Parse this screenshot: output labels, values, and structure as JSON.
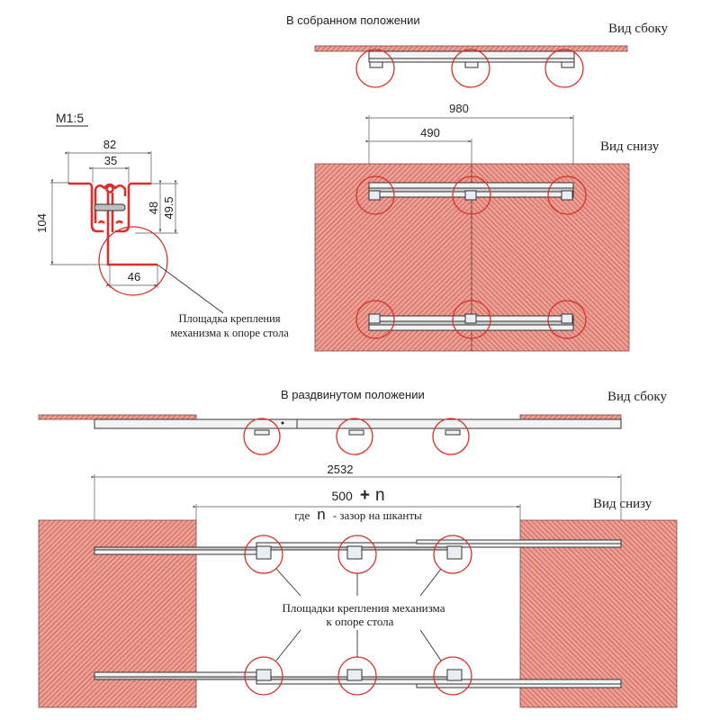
{
  "colors": {
    "hatch_fill": "#eba096",
    "hatch_line": "#c9473c",
    "circle": "#d8302b",
    "profile": "#d8302b"
  },
  "assembled": {
    "title": "В собранном положении",
    "side_view_label": "Вид сбоку",
    "bottom_view_label": "Вид снизу",
    "dim_total": "980",
    "dim_half": "490"
  },
  "section": {
    "scale": "M1:5",
    "dim_width_top": "82",
    "dim_width_inner": "35",
    "dim_height_total": "104",
    "dim_height_a": "48",
    "dim_height_b": "49.5",
    "dim_pad": "46",
    "callout_line1": "Площадка крепления",
    "callout_line2": "механизма к опоре стола"
  },
  "extended": {
    "title": "В раздвинутом положении",
    "side_view_label": "Вид сбоку",
    "bottom_view_label": "Вид снизу",
    "dim_total": "2532",
    "dim_gap_base": "500",
    "dim_gap_plus": "+",
    "dim_gap_var": "n",
    "note_prefix": "где",
    "note_var": "n",
    "note_suffix": "- зазор на шканты",
    "callout_line1": "Площадки крепления механизма",
    "callout_line2": "к опоре стола"
  }
}
